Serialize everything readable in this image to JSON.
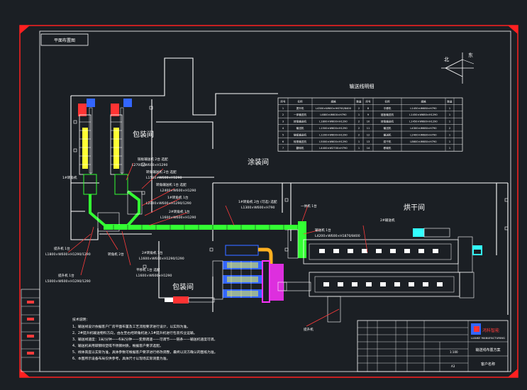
{
  "title_tag": "平面布置图",
  "rooms": {
    "packing_top": "包装间",
    "coating": "涂装间",
    "drying": "烘干间",
    "packing_bottom": "包装间"
  },
  "compass": {
    "north": "北",
    "east": "东"
  },
  "table": {
    "title": "输送线明细",
    "headers": [
      "序号",
      "名称",
      "规格",
      "数量",
      "序号",
      "名称",
      "规格",
      "数量"
    ],
    "rows": [
      [
        "1",
        "提升机",
        "L4300×W600×H6700/8400",
        "2",
        "8",
        "平移机",
        "L1450×W680×H790",
        "1"
      ],
      [
        "2",
        "一体输送机",
        "L4800×W600×H790",
        "1",
        "9",
        "链板输送机",
        "L1450×W680×H1290",
        "1"
      ],
      [
        "3",
        "转角输送机",
        "L1800×W600×H1290",
        "2",
        "10",
        "转角输送机",
        "L1450×W680×H1290",
        "1"
      ],
      [
        "4",
        "输送机",
        "L1500×W600×H1290",
        "2",
        "11",
        "输送机",
        "L4300×W680×H790",
        "2"
      ],
      [
        "5",
        "链板输送机",
        "L1200×W600×H1290",
        "2",
        "12",
        "输送机",
        "L2400×W680×H790",
        "1"
      ],
      [
        "6",
        "转角输送机",
        "L5000×W600×H1290",
        "1",
        "13",
        "烘干机",
        "L8600×W680×H790",
        "1"
      ],
      [
        "7",
        "翻转机",
        "L4400×W2700×H790",
        "1",
        "14",
        "移栽机",
        "",
        "1"
      ]
    ]
  },
  "labels": {
    "l1": "链板输送机 2台 选配",
    "l2": "L2700×W600×H1290",
    "l3": "转角输送机 2台 选配",
    "l4": "L1500×W600×H1290",
    "l5": "转角输送机 1台 选配",
    "l6": "L2400×W600×H1290",
    "l7": "1#转角机 1台",
    "l8": "L2000×W600×H1290/1290",
    "l9": "2#转角机 1台",
    "l10": "L1600×W600×H1290",
    "l11": "1#转角机 2台 (可选) 选配",
    "l12": "L1300×W600×H790",
    "l13": "一体机 1台",
    "l14": "输送机 1台",
    "l15": "L4200×W600×H1870/8400",
    "l16": "2#输送机",
    "l17": "提升机 1台",
    "l18": "L1800×W600×H1290/1290",
    "l19": "提升机 1台",
    "l20": "L5000×W600×H1290/1290",
    "l21": "转角机 2台",
    "l22": "2#转角机 1台",
    "l23": "L1600×W600×H1290/1290",
    "l24": "平移机 1台 选配",
    "l25": "L1600×W600×H1290",
    "l26": "1#转角机",
    "l27": "提升机"
  },
  "notes": {
    "title": "技术说明：",
    "n1": "1、输送线设计依据客户厂房平面布置及工艺流程要求进行设计，以实际为准。",
    "n2": "2、2#提升机输送物料方向，由左至右经转角机进入1#提升机进行包装作业运输。",
    "n3": "3、输送线速度：1米/分钟——6米/分钟——变频调速——可调节——链条——输送机速度可调。",
    "n4": "4、输送机采用碳钢喷塑或不锈钢材质，根据客户要求选配。",
    "n5": "5、线体高度以实际为准，具体参数可根据客户要求进行修改调整，最终以双方确认的图纸为准。",
    "n6": "6、本图所示设备布局仅供参考，具体尺寸以现场实际测量为准。"
  },
  "title_block": {
    "company": "鸿科智能",
    "company_en": "LIANKE MANUFACTURING",
    "drawing_name": "输送线布置方案",
    "client": "客户名称",
    "scale": "1:100",
    "sheet": "A3"
  },
  "colors": {
    "frame": "#ff2020",
    "walls": "#ffffff",
    "conveyor_green": "#33ff33",
    "conveyor_yellow": "#ffff33",
    "blue": "#3366ff",
    "magenta": "#ff33ff",
    "cyan": "#33ffff"
  }
}
